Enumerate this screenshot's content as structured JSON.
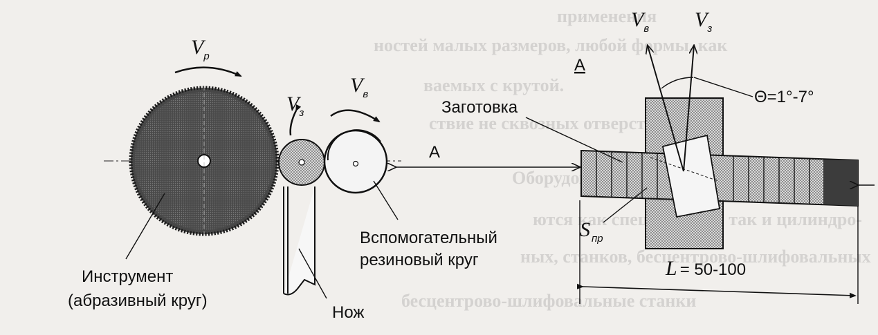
{
  "bleed_through": [
    "применения",
    "ностей малых размеров, любой формы, как",
    "ваемых с крутой.",
    "ствие не сквозных отверстий",
    "Оборудование",
    "ются как специальные, так и цилиндро-",
    "ных, станков, бесцентрово-шлифовальных",
    "бесцентрово-шлифовальные станки"
  ],
  "labels": {
    "vp_main": "V",
    "vp_sub": "р",
    "vz_main": "V",
    "vz_sub": "з",
    "vv_main": "V",
    "vv_sub": "в",
    "section_a_top": "A",
    "vv2_main": "V",
    "vv2_sub": "в",
    "vz2_main": "V",
    "vz2_sub": "з",
    "theta": "Θ=1°-7°",
    "workpiece": "Заготовка",
    "a_mid": "A",
    "aux_wheel_1": "Вспомогательный",
    "aux_wheel_2": "резиновый круг",
    "tool_1": "Инструмент",
    "tool_2": "(абразивный круг)",
    "knife": "Нож",
    "spr_main": "S",
    "spr_sub": "пр",
    "length_main": "L",
    "length_rest": "= 50-100"
  }
}
